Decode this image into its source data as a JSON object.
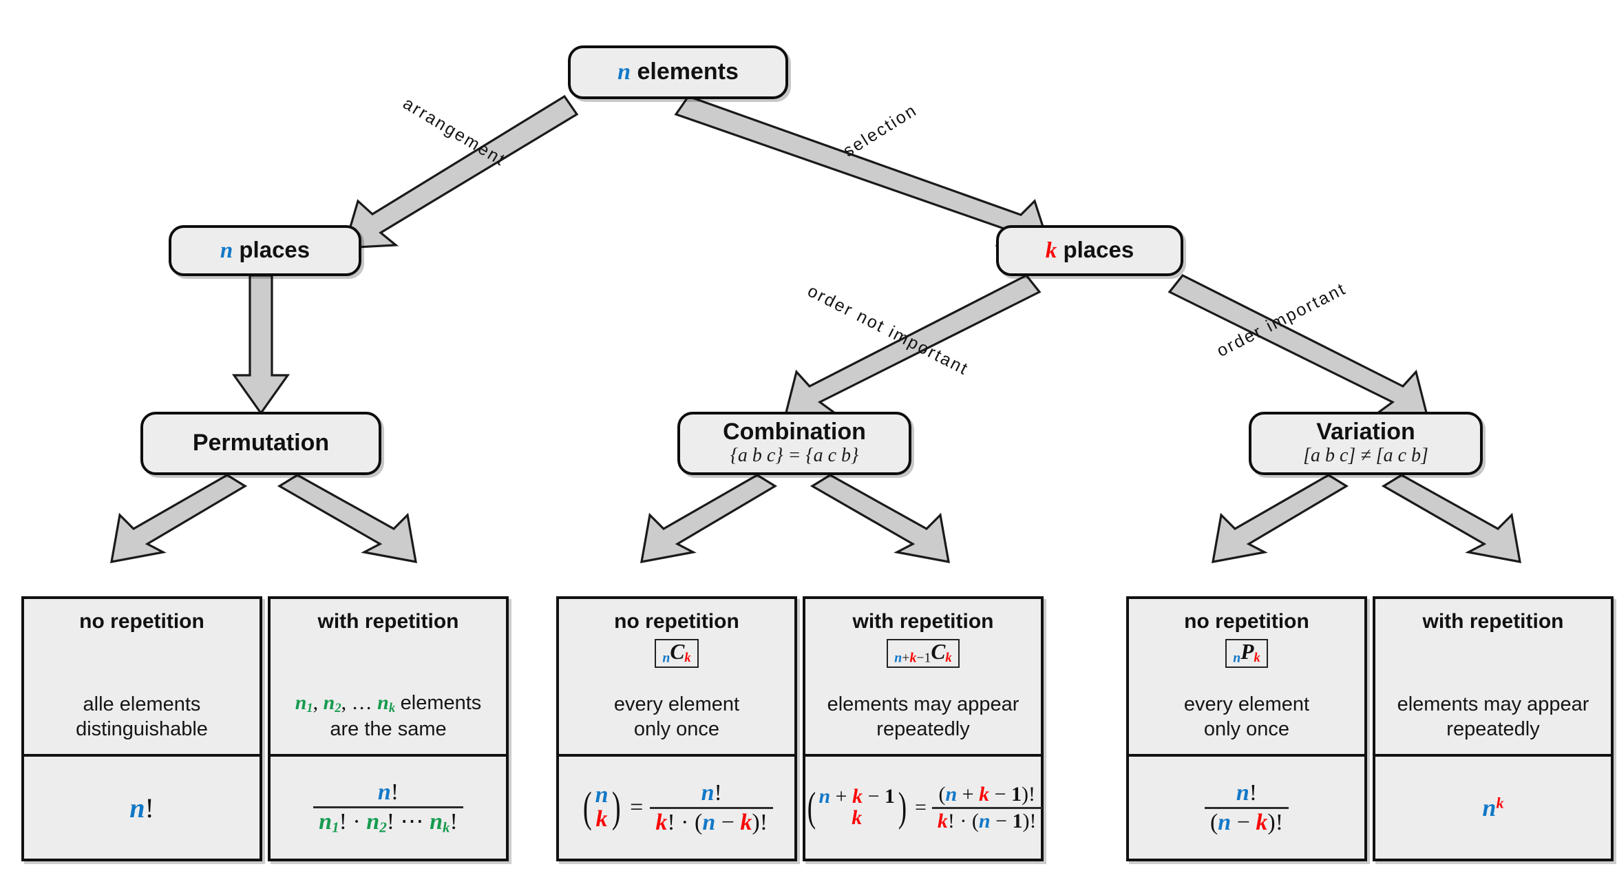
{
  "diagram": {
    "title": "Combinatorics overview: Permutation, Combination, Variation",
    "colors": {
      "n": "#1178c8",
      "k": "#fb0606",
      "ni": "#159b4e",
      "box_fill": "#ededed",
      "stroke": "#111111",
      "arrow_fill": "#cccccc"
    }
  },
  "nodes": {
    "root": {
      "var": "n",
      "label": "elements"
    },
    "n_places": {
      "var": "n",
      "label": "places"
    },
    "k_places": {
      "var": "k",
      "label": "places"
    },
    "permutation": {
      "title": "Permutation",
      "sub": ""
    },
    "combination": {
      "title": "Combination",
      "sub": "{a b c} = {a c b}"
    },
    "variation": {
      "title": "Variation",
      "sub": "[a b c] ≠ [a c b]"
    }
  },
  "edge_labels": {
    "arrangement": "arrangement",
    "selection": "selection",
    "order_not_important": "order not important",
    "order_important": "order important"
  },
  "leaves": [
    {
      "id": "perm-no-rep",
      "head": "no repetition",
      "notation": "",
      "desc": "alle elements\ndistinguishable",
      "formula": "n!"
    },
    {
      "id": "perm-with-rep",
      "head": "with repetition",
      "notation": "",
      "desc_math": "n₁, n₂, … nₖ",
      "desc": "elements\nare the same",
      "formula": "n! / (n₁! · n₂! ⋯ nₖ!)"
    },
    {
      "id": "comb-no-rep",
      "head": "no repetition",
      "notation": "nCk",
      "desc": "every element\nonly once",
      "formula": "(n choose k) = n! / (k! · (n − k)!)"
    },
    {
      "id": "comb-with-rep",
      "head": "with repetition",
      "notation": "n+k−1Ck",
      "desc": "elements may appear\nrepeatedly",
      "formula": "(n + k − 1 choose k) = (n + k − 1)! / (k! · (n − 1)!)"
    },
    {
      "id": "var-no-rep",
      "head": "no repetition",
      "notation": "nPk",
      "desc": "every element\nonly once",
      "formula": "n! / (n − k)!"
    },
    {
      "id": "var-with-rep",
      "head": "with repetition",
      "notation": "",
      "desc": "elements may appear\nrepeatedly",
      "formula": "n^k"
    }
  ]
}
